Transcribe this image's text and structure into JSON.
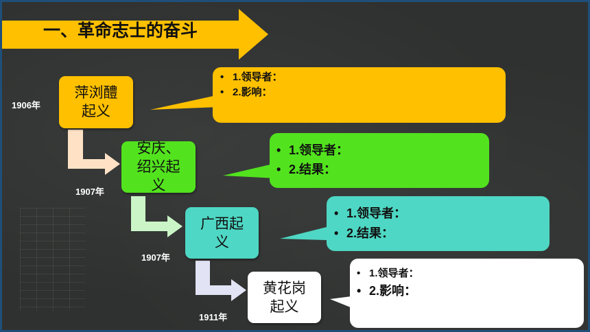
{
  "slide": {
    "title": "一、革命志士的奋斗"
  },
  "colors": {
    "background": "#2f3130",
    "title_arrow": "#ffc000",
    "node_1": "#ffc000",
    "node_2": "#52e31e",
    "node_3": "#4ed7c4",
    "node_4": "#ffffff",
    "connector_1": "#ffe2c6",
    "connector_2": "#cbf5c7",
    "connector_3": "#e2e4f5"
  },
  "events": [
    {
      "name": "萍浏醴\n起义",
      "year": "1906年",
      "items": [
        "1.领导者：",
        "2.影响："
      ]
    },
    {
      "name": "安庆、\n绍兴起\n义",
      "year": "1907年",
      "items": [
        "1.领导者：",
        "2.结果："
      ]
    },
    {
      "name": "广西起\n义",
      "year": "1907年",
      "items": [
        "1.领导者：",
        "2.结果："
      ]
    },
    {
      "name": "黄花岗\n起义",
      "year": "1911年",
      "items": [
        "1.领导者：",
        "2.影响："
      ]
    }
  ]
}
